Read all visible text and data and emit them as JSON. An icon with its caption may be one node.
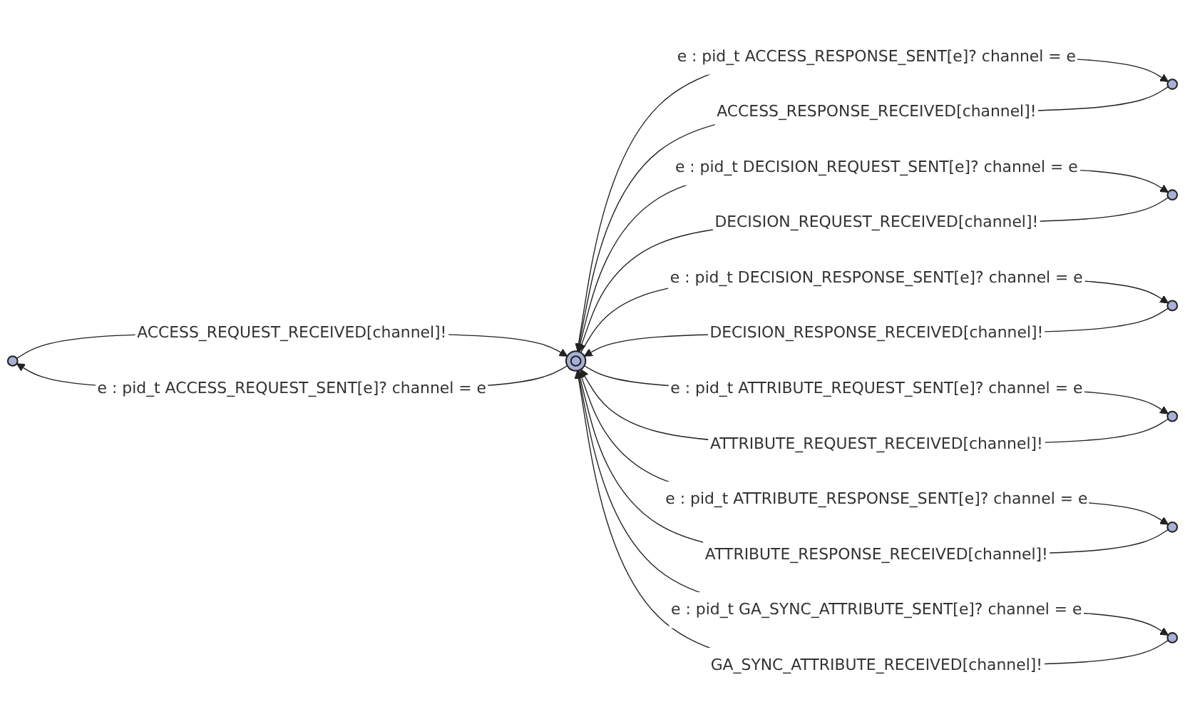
{
  "diagram": {
    "nodes": [
      {
        "text": [],
        "shape": "circle"
      },
      {
        "text": [],
        "shape": "circle"
      },
      {
        "text": [],
        "shape": "circle"
      },
      {
        "text": [],
        "shape": "circle"
      },
      {
        "text": [],
        "shape": "circle"
      },
      {
        "text": [],
        "shape": "circle"
      },
      {
        "text": [],
        "shape": "circle"
      },
      {
        "text": [],
        "shape": "circle"
      }
    ],
    "edges": [
      {
        "from": 0,
        "to": 5,
        "arrow": "to",
        "label": "ACCESS_REQUEST_RECEIVED[channel]!"
      },
      {
        "from": 5,
        "to": 0,
        "arrow": "to",
        "label": "e : pid_t ACCESS_REQUEST_SENT[e]? channel = e"
      },
      {
        "from": 1,
        "to": 5,
        "arrow": "to",
        "label": "ACCESS_RESPONSE_RECEIVED[channel]!"
      },
      {
        "from": 5,
        "to": 1,
        "arrow": "to",
        "label": "e : pid_t ACCESS_RESPONSE_SENT[e]? channel = e"
      },
      {
        "from": 2,
        "to": 5,
        "arrow": "to",
        "label": "DECISION_REQUEST_RECEIVED[channel]!"
      },
      {
        "from": 5,
        "to": 2,
        "arrow": "to",
        "label": "e : pid_t DECISION_REQUEST_SENT[e]? channel = e"
      },
      {
        "from": 3,
        "to": 5,
        "arrow": "to",
        "label": "DECISION_RESPONSE_RECEIVED[channel]!"
      },
      {
        "from": 5,
        "to": 3,
        "arrow": "to",
        "label": "e : pid_t DECISION_RESPONSE_SENT[e]? channel = e"
      },
      {
        "from": 4,
        "to": 5,
        "arrow": "to",
        "label": "ATTRIBUTE_REQUEST_RECEIVED[channel]!"
      },
      {
        "from": 5,
        "to": 4,
        "arrow": "to",
        "label": "e : pid_t ATTRIBUTE_REQUEST_SENT[e]? channel = e"
      },
      {
        "from": 6,
        "to": 5,
        "arrow": "to",
        "label": "ATTRIBUTE_RESPONSE_RECEIVED[channel]!"
      },
      {
        "from": 5,
        "to": 6,
        "arrow": "to",
        "label": "e : pid_t ATTRIBUTE_RESPONSE_SENT[e]? channel = e"
      },
      {
        "from": 5,
        "to": 7,
        "arrow": "to",
        "label": "e : pid_t GA_SYNC_ATTRIBUTE_SENT[e]? channel = e"
      },
      {
        "from": 7,
        "to": 5,
        "arrow": "to",
        "label": "GA_SYNC_ATTRIBUTE_RECEIVED[channel]!"
      }
    ]
  }
}
